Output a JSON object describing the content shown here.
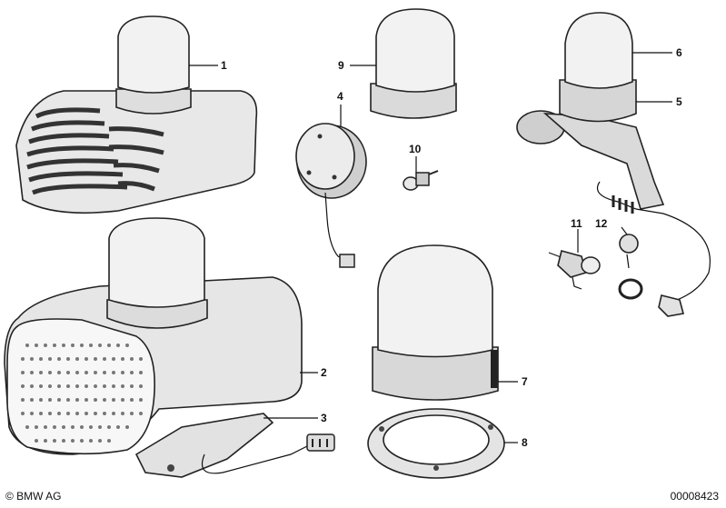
{
  "callouts": {
    "c1": "1",
    "c2": "2",
    "c3": "3",
    "c4": "4",
    "c5": "5",
    "c6": "6",
    "c7": "7",
    "c8": "8",
    "c9": "9",
    "c10": "10",
    "c11": "11",
    "c12": "12"
  },
  "footer": {
    "copyright": "© BMW AG",
    "doc_number": "00008423"
  },
  "colors": {
    "line": "#222222",
    "dome": "#f2f2f2",
    "base": "#e4e4e4",
    "dark": "#333333"
  }
}
